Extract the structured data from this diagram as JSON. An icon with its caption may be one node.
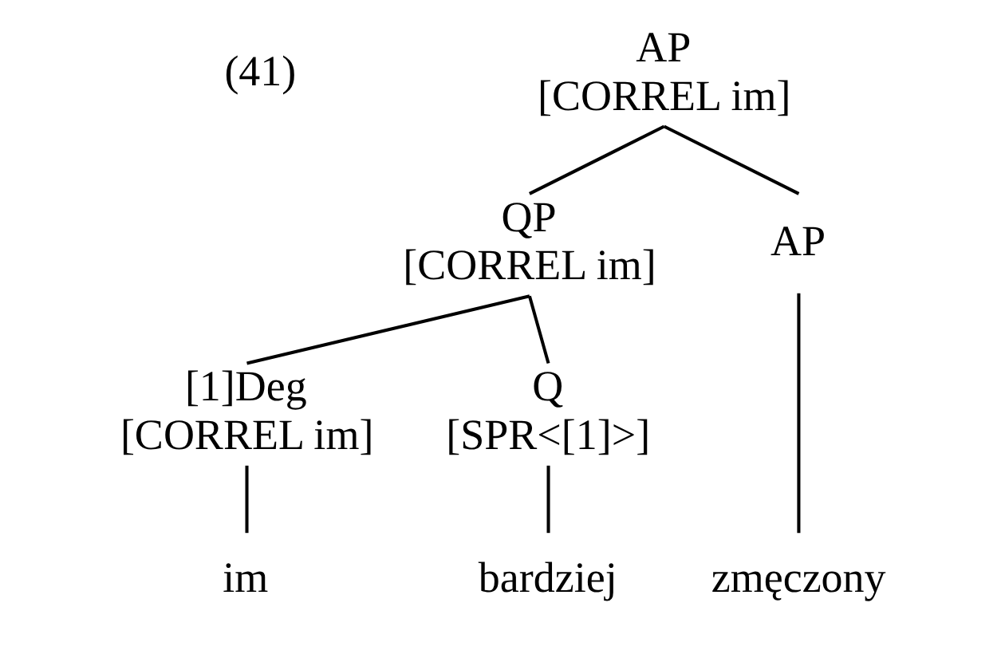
{
  "diagram": {
    "nodes": [
      {
        "text": [
          "AP",
          "[CORREL im]"
        ]
      },
      {
        "text": [
          "QP",
          "[CORREL im]"
        ]
      },
      {
        "text": [
          "AP"
        ]
      },
      {
        "text": [
          "[1]Deg",
          "[CORREL im]"
        ]
      },
      {
        "text": [
          "Q",
          "[SPR<[1]>]"
        ]
      },
      {
        "text": [
          "im"
        ]
      },
      {
        "text": [
          "bardziej"
        ]
      },
      {
        "text": [
          "zmęczony"
        ]
      }
    ],
    "edges": [
      {
        "from": 0,
        "to": 1,
        "arrow": "none"
      },
      {
        "from": 0,
        "to": 2,
        "arrow": "none"
      },
      {
        "from": 1,
        "to": 3,
        "arrow": "none"
      },
      {
        "from": 1,
        "to": 4,
        "arrow": "none"
      },
      {
        "from": 3,
        "to": 5,
        "arrow": "none"
      },
      {
        "from": 4,
        "to": 6,
        "arrow": "none"
      },
      {
        "from": 2,
        "to": 7,
        "arrow": "none"
      }
    ],
    "labels": [
      "(41)"
    ]
  }
}
